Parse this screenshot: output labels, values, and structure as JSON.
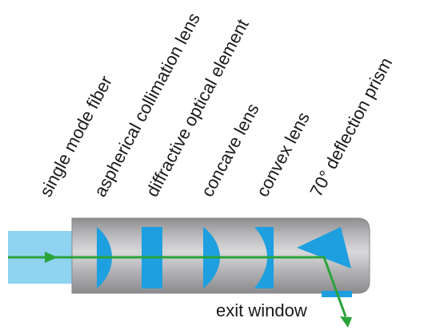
{
  "labels": {
    "single_mode_fiber": "single mode fiber",
    "collimation_lens": "aspherical collimation lens",
    "doe": "diffractive optical element",
    "concave_lens": "concave lens",
    "convex_lens": "convex lens",
    "prism": "70° deflection prism",
    "exit_window": "exit window"
  },
  "colors": {
    "optic_blue": "#1e9fe0",
    "fiber_light_blue": "#8fd3f0",
    "beam_green": "#2aa33a",
    "housing_gray": "#a7a7a9"
  }
}
